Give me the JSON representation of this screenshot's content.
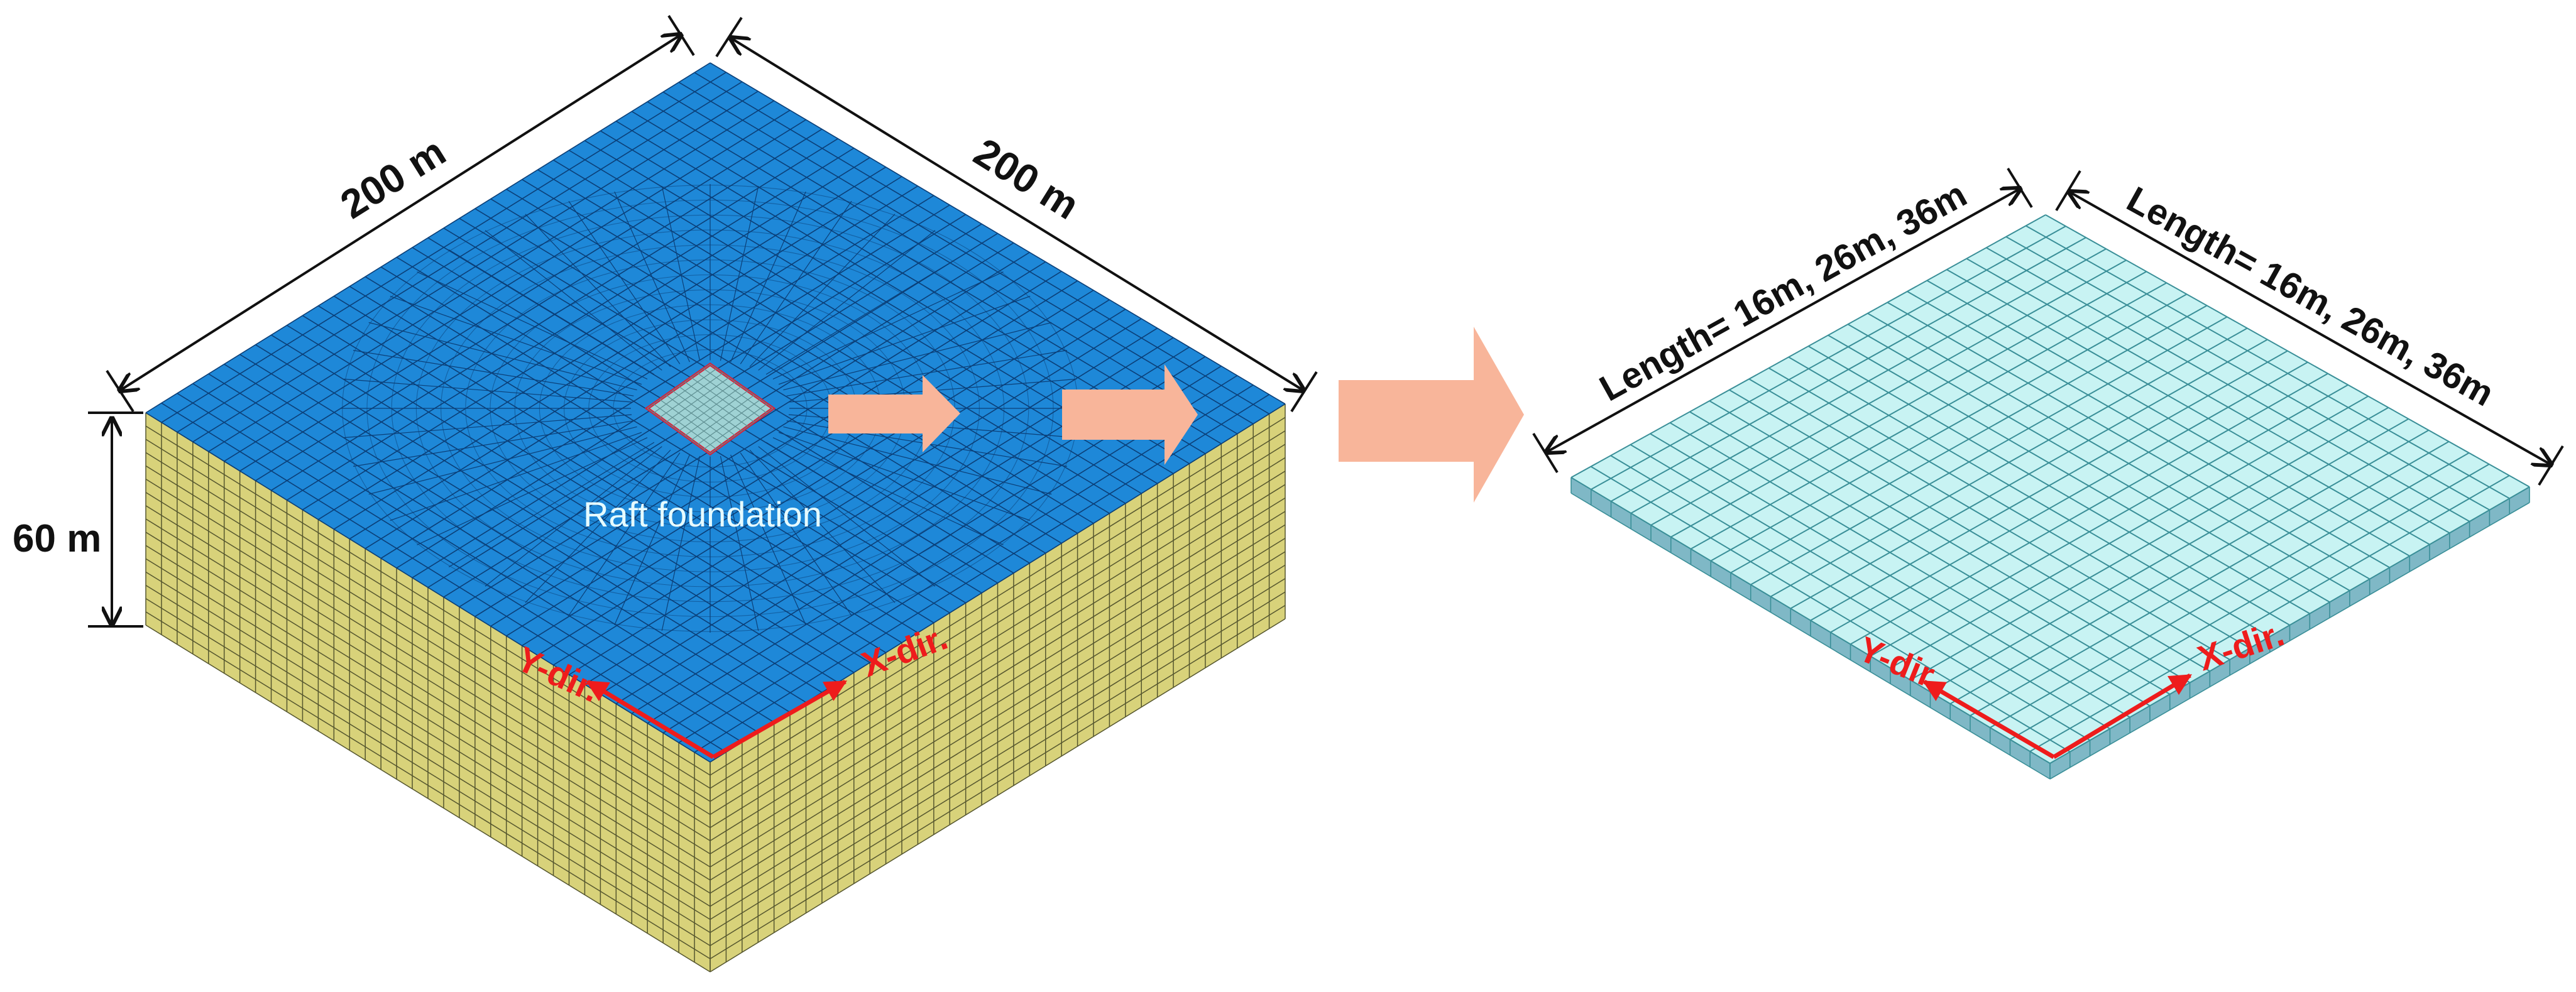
{
  "soil_model": {
    "width_label": "200 m",
    "depth_label": "200 m",
    "height_label": "60 m",
    "raft_label": "Raft foundation",
    "y_dir_label": "Y-dir.",
    "x_dir_label": "X-dir.",
    "colors": {
      "top_mesh": "#1e88d8",
      "top_mesh_lines": "#0b3f78",
      "side_mesh": "#d8d27a",
      "side_mesh_lines": "#55562e",
      "raft_fill": "#9fd2d4",
      "raft_outline": "#d8203a"
    }
  },
  "raft_model": {
    "length_label_left": "Length= 16m, 26m, 36m",
    "length_label_right": "Length= 16m, 26m, 36m",
    "y_dir_label": "Y-dir.",
    "x_dir_label": "X-dir.",
    "colors": {
      "top_fill": "#c8f3f3",
      "grid_lines": "#3a8f98",
      "side_fill": "#7fb8c6"
    }
  },
  "arrows": {
    "color": "#f8b59a",
    "count": 3
  },
  "axis_color": "#ee1c1c"
}
